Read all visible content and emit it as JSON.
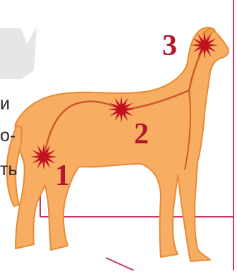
{
  "colors": {
    "dog_fill": "#f7ad62",
    "dog_outline": "#e88a35",
    "spine_line": "#cc5a2e",
    "marker": "#c1121f",
    "numbers": "#b4162a",
    "frame_line": "#c9366b",
    "gray_shape": "#e6e6e6"
  },
  "labels": {
    "point_1": "1",
    "point_2": "2",
    "point_3": "3"
  },
  "side_text": {
    "line_1": "и",
    "line_2": "о-",
    "line_3": "ть"
  }
}
